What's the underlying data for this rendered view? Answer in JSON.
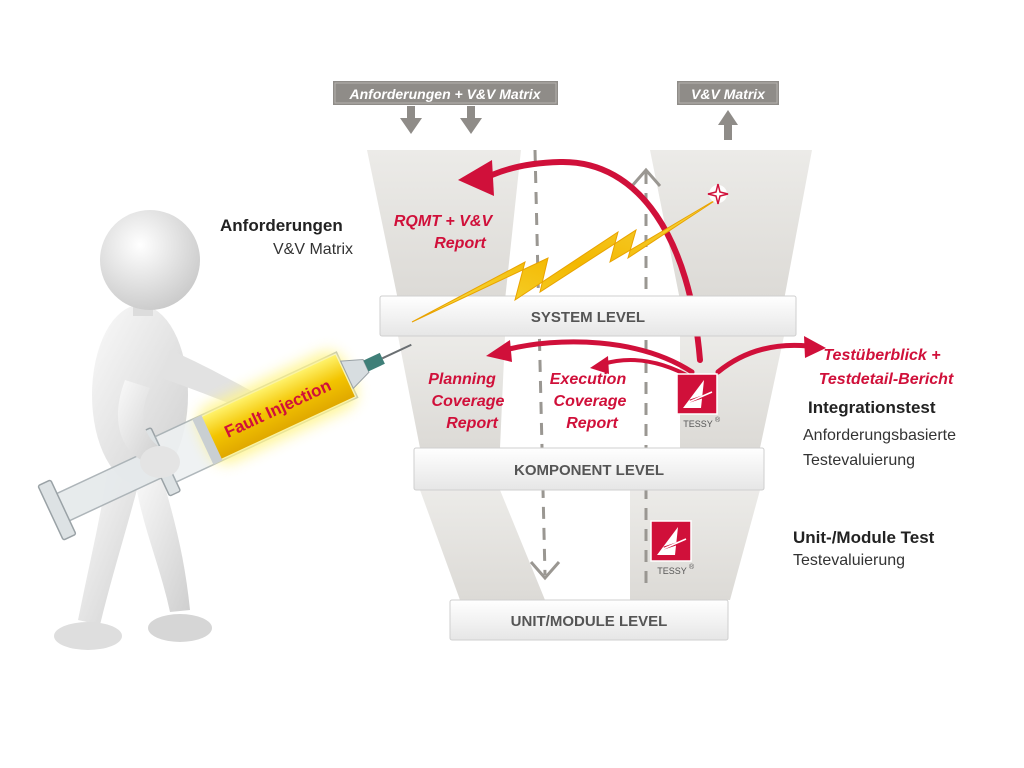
{
  "top_tags": {
    "left": "Anforderungen + V&V Matrix",
    "right": "V&V Matrix"
  },
  "levels": {
    "system": "SYSTEM LEVEL",
    "component": "KOMPONENT LEVEL",
    "unit": "UNIT/MODULE LEVEL"
  },
  "reports": {
    "rqmt": [
      "RQMT + V&V",
      "Report"
    ],
    "planning": [
      "Planning",
      "Coverage",
      "Report"
    ],
    "execution": [
      "Execution",
      "Coverage",
      "Report"
    ],
    "testoverview": [
      "Testüberblick +",
      "Testdetail-Bericht"
    ]
  },
  "side_labels": {
    "req_title": "Anforderungen",
    "req_sub": "V&V Matrix",
    "integ_title": "Integrationstest",
    "integ_sub1": "Anforderungsbasierte",
    "integ_sub2": "Testevaluierung",
    "unit_title": "Unit-/Module Test",
    "unit_sub": "Testevaluierung"
  },
  "logo": {
    "text": "TESSY",
    "mark": "®"
  },
  "syringe_label": "Fault Injection",
  "colors": {
    "accent_red": "#d0103a",
    "funnel_grey": "#e7e5e2",
    "tag_grey": "#8f8c88",
    "bolt_yellow": "#f5c400"
  }
}
